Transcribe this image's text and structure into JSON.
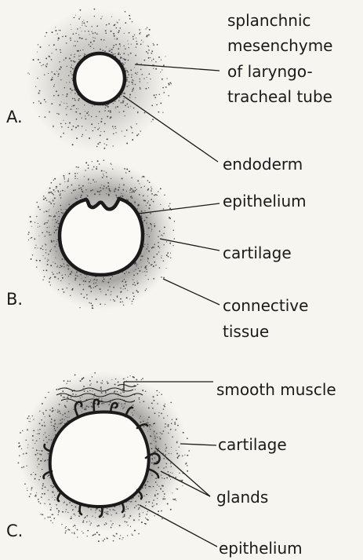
{
  "colors": {
    "background": "#f7f5ef",
    "ink": "#1a1a1a",
    "stipple": "#4a4a4a"
  },
  "panels": [
    {
      "letter": "A.",
      "labels": [
        "splanchnic",
        "mesenchyme",
        "of laryngo-",
        "tracheal tube",
        "endoderm"
      ]
    },
    {
      "letter": "B.",
      "labels": [
        "epithelium",
        "cartilage",
        "connective",
        "tissue"
      ]
    },
    {
      "letter": "C.",
      "labels": [
        "smooth muscle",
        "cartilage",
        "glands",
        "epithelium"
      ]
    }
  ]
}
